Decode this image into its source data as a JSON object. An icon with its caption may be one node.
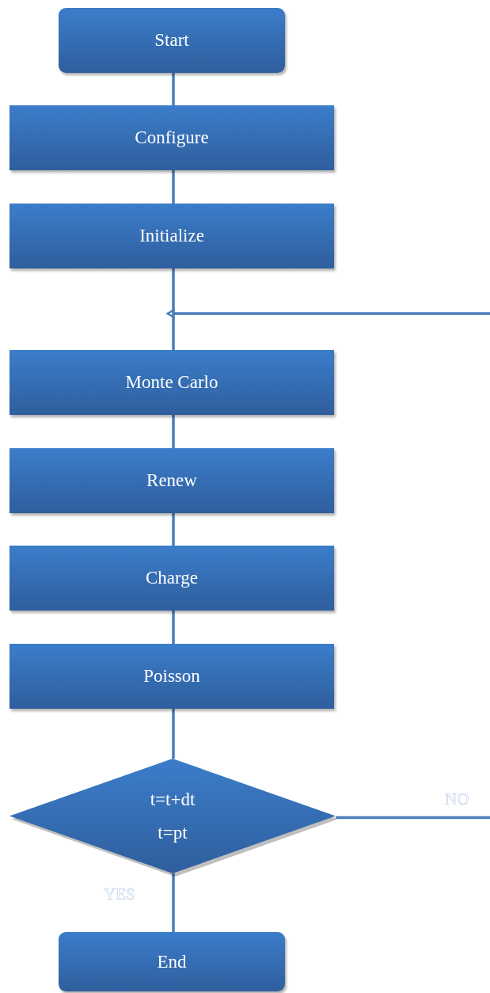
{
  "diagram": {
    "nodes": [
      {
        "text": [
          "Start"
        ]
      },
      {
        "text": [
          "Configure"
        ]
      },
      {
        "text": [
          "Initialize"
        ]
      },
      {
        "text": [
          "Monte Carlo"
        ]
      },
      {
        "text": [
          "Renew"
        ]
      },
      {
        "text": [
          "Charge"
        ]
      },
      {
        "text": [
          "Poisson"
        ]
      },
      {
        "text": [
          "t=t+dt t=pt"
        ]
      },
      {
        "text": [
          "End"
        ]
      }
    ],
    "edges": [
      {
        "from": 0,
        "to": 1,
        "arrow": "none"
      },
      {
        "from": 1,
        "to": 2,
        "arrow": "none"
      },
      {
        "from": 2,
        "to": 3,
        "arrow": "none"
      },
      {
        "from": 3,
        "to": 4,
        "arrow": "none"
      },
      {
        "from": 4,
        "to": 5,
        "arrow": "none"
      },
      {
        "from": 5,
        "to": 6,
        "arrow": "none"
      },
      {
        "from": 6,
        "to": 7,
        "arrow": "none"
      },
      {
        "from": 7,
        "to": 8,
        "label": "YES",
        "arrow": "none"
      },
      {
        "from": 7,
        "to": 3,
        "label": "NO",
        "arrow": "to"
      }
    ]
  }
}
